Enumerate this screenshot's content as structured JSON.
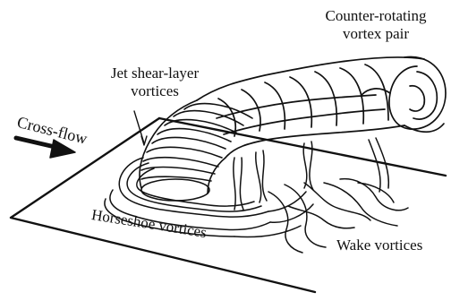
{
  "labels": {
    "counter_rotating_line1": "Counter-rotating",
    "counter_rotating_line2": "vortex pair",
    "jet_shear_line1": "Jet shear-layer",
    "jet_shear_line2": "vortices",
    "cross_flow": "Cross-flow",
    "horseshoe": "Horseshoe vortices",
    "wake": "Wake vortices"
  },
  "colors": {
    "ink": "#111111",
    "background": "#ffffff"
  }
}
